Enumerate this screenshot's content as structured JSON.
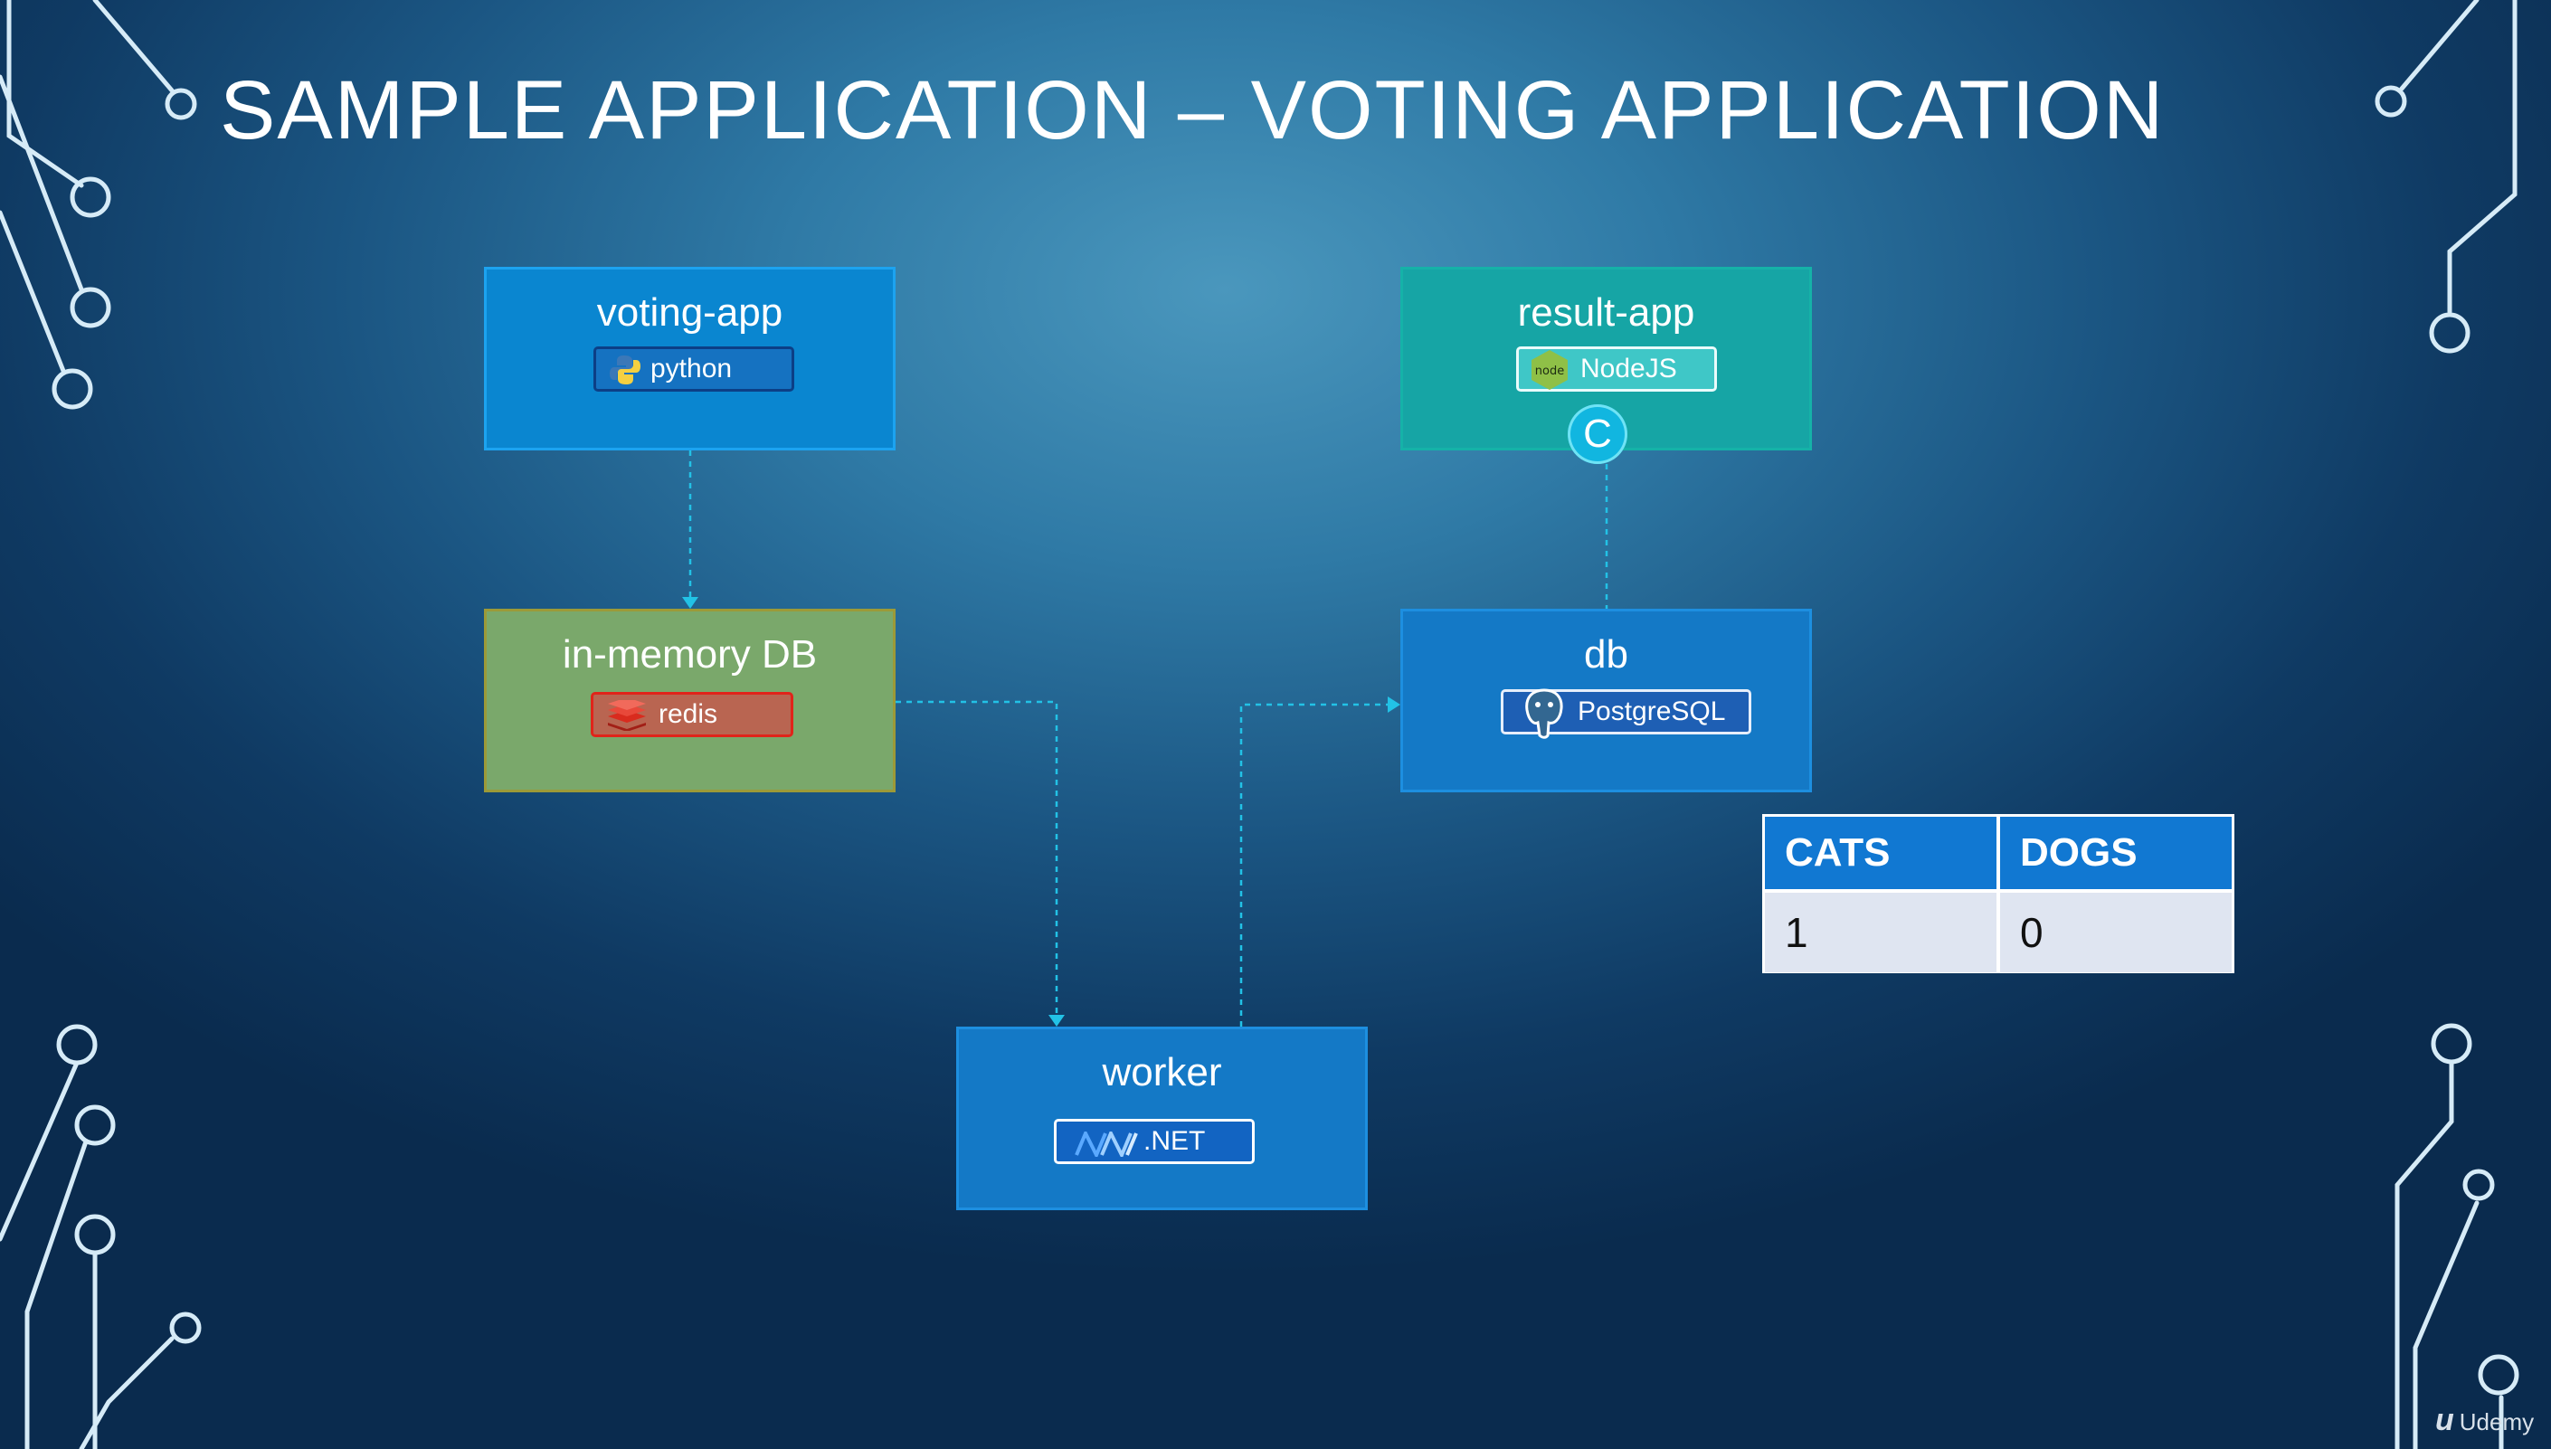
{
  "slide": {
    "title": "SAMPLE APPLICATION – VOTING APPLICATION"
  },
  "components": {
    "voting_app": {
      "name": "voting-app",
      "tech": "python"
    },
    "result_app": {
      "name": "result-app",
      "tech": "NodeJS",
      "cache_mark": "C"
    },
    "in_memory_db": {
      "name": "in-memory DB",
      "tech": "redis"
    },
    "db": {
      "name": "db",
      "tech": "PostgreSQL"
    },
    "worker": {
      "name": "worker",
      "tech": ".NET"
    }
  },
  "votes_table": {
    "headers": [
      "CATS",
      "DOGS"
    ],
    "rows": [
      [
        "1",
        "0"
      ]
    ]
  },
  "watermark": {
    "brand": "Udemy"
  },
  "colors": {
    "voting_app": "#0a86d0",
    "result_app": "#16a5a5",
    "in_memory_db": "#7aa86b",
    "db": "#1479c6",
    "worker": "#1479c6",
    "connector": "#22c2e6",
    "table_header": "#1178d2"
  },
  "icons": [
    "python-icon",
    "nodejs-icon",
    "redis-icon",
    "postgresql-icon",
    "dotnet-icon"
  ]
}
